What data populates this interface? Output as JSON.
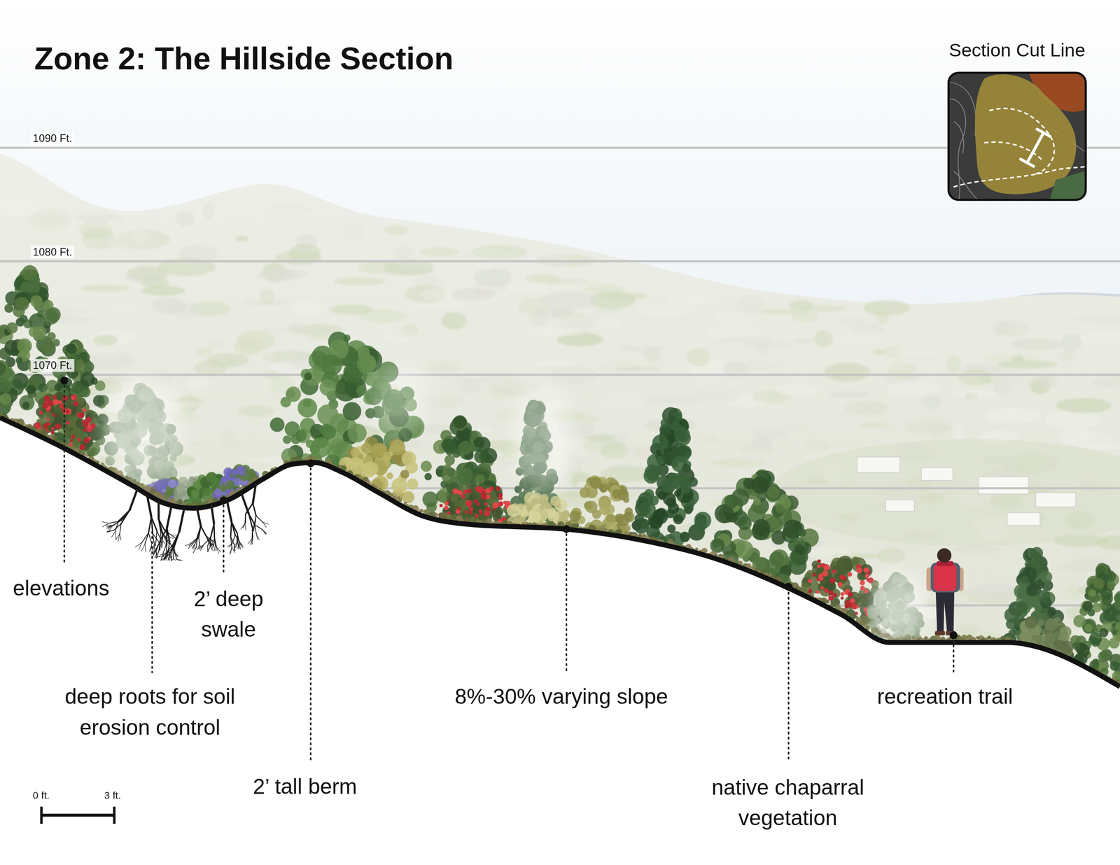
{
  "diagram": {
    "title": "Zone 2: The Hillside Section",
    "nodes": [
      {
        "text": [
          "Section Cut Line"
        ]
      }
    ],
    "labels": [
      "1090 Ft.",
      "1080 Ft.",
      "1070 Ft.",
      "elevations",
      "2’ deep swale",
      "deep roots for soil erosion control",
      "2’ tall berm",
      "8%-30% varying slope",
      "native chaparral vegetation",
      "recreation trail",
      "0 ft.",
      "3 ft."
    ]
  }
}
